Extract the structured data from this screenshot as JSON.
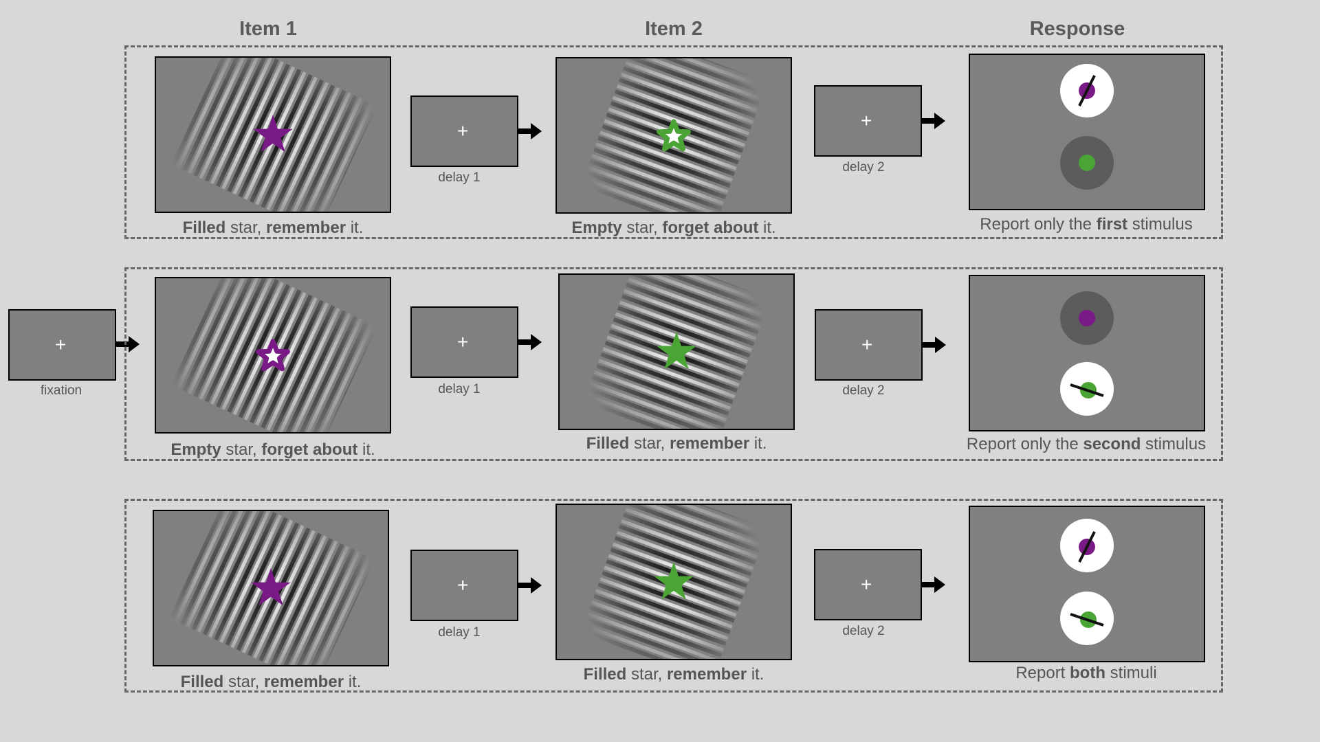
{
  "headers": {
    "item1": "Item 1",
    "item2": "Item 2",
    "response": "Response"
  },
  "fixation": {
    "symbol": "+",
    "label": "fixation"
  },
  "delays": {
    "delay1": "delay 1",
    "delay2": "delay 2",
    "symbol": "+"
  },
  "colors": {
    "purple": "#7a1a86",
    "green": "#4aa535",
    "panel": "#808080",
    "background": "#d8d8d8"
  },
  "words": {
    "filled": "Filled",
    "empty": "Empty",
    "star_comma": " star, ",
    "remember": "remember",
    "forget_about": "forget about",
    "it": " it.",
    "report_only_the": "Report only the ",
    "first": "first",
    "second": "second",
    "stimulus": " stimulus",
    "report": "Report ",
    "both": "both",
    "stimuli": " stimuli"
  },
  "trials": [
    {
      "item1": {
        "star": "filled",
        "color": "purple",
        "grating": "steep"
      },
      "item2": {
        "star": "empty",
        "color": "green",
        "grating": "shallow"
      },
      "response": {
        "probe_top": "active",
        "probe_bottom": "inactive"
      }
    },
    {
      "item1": {
        "star": "empty",
        "color": "purple",
        "grating": "steep"
      },
      "item2": {
        "star": "filled",
        "color": "green",
        "grating": "shallow"
      },
      "response": {
        "probe_top": "inactive",
        "probe_bottom": "active"
      }
    },
    {
      "item1": {
        "star": "filled",
        "color": "purple",
        "grating": "steep"
      },
      "item2": {
        "star": "filled",
        "color": "green",
        "grating": "shallow"
      },
      "response": {
        "probe_top": "active",
        "probe_bottom": "active"
      }
    }
  ]
}
